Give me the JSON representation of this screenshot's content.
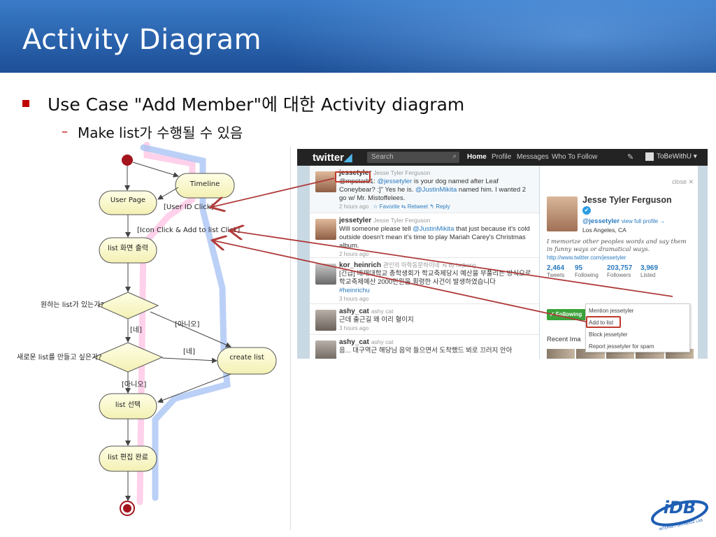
{
  "slide": {
    "title": "Activity Diagram",
    "bullet1": "Use Case \"Add Member\"에 대한 Activity diagram",
    "bullet2": "Make list가 수행될 수 있음"
  },
  "diagram": {
    "nodes": {
      "timeline": "Timeline",
      "user_page": "User Page",
      "list_screen": "list 화면 출력",
      "list_select": "list 선택",
      "list_edit_done": "list 편집 완료",
      "create_list": "create list"
    },
    "decisions": {
      "q1": "원하는 list가 있는가?",
      "q2": "새로운 list를 만들고 싶은가?"
    },
    "labels": {
      "user_id_click": "[User ID Click]",
      "icon_click": "[Icon Click & Add to list Click]",
      "yes1": "[네]",
      "no1": "[아니오]",
      "yes2": "[네]",
      "no2": "[아니오]"
    }
  },
  "twitter": {
    "logo": "twitter",
    "search_placeholder": "Search",
    "nav": [
      "Home",
      "Profile",
      "Messages",
      "Who To Follow"
    ],
    "user": "ToBeWithU ▾",
    "tweets": [
      {
        "name": "jessetyler",
        "real": "Jesse Tyler Ferguson",
        "pre": "@mpstarb1: ",
        "link1": "@jessetyler",
        "mid": " is your dog named after Leaf Coneybear? :]\" Yes he is. ",
        "link2": "@JustinMikita",
        "post": " named him. I wanted 2 go w/ Mr. Mistoffelees.",
        "time": "2 hours ago",
        "actions": "☆ Favorite  ⇆ Retweet  ↰ Reply"
      },
      {
        "name": "jessetyler",
        "real": "Jesse Tyler Ferguson",
        "pre": "Will someone please tell ",
        "link1": "@JustinMikita",
        "post": " that just because it's cold outside doesn't mean it's time to play Mariah Carey's Christmas album.",
        "time": "2 hours ago"
      },
      {
        "name": "kor_heinrich",
        "real": "관인의 마학동문하이네",
        "retweet": "⇆ by hejbong",
        "text": "[긴급] 배재대학교 총학생회가 학교축제당시 예산을 부풀리는 방식으로 학교축제예산 2000만원을 횡령한 사건이 발생하였습니다",
        "hashtag": "#heinrichu",
        "time": "3 hours ago"
      },
      {
        "name": "ashy_cat",
        "real": "ashy cat",
        "text": "근데 출근길 왜 이리 혈이지",
        "time": "3 hours ago"
      },
      {
        "name": "ashy_cat",
        "real": "ashy cat",
        "text": "음... 대구역근 해당님 음악 들으면서 도착했드 뵈로 끄러지 안아"
      }
    ],
    "profile": {
      "close": "close ✕",
      "name": "Jesse Tyler Ferguson",
      "handle": "@jessetyler",
      "full_profile": "view full profile →",
      "location": "Los Angeles, CA",
      "bio": "I memorize other peoples words and say them in funny ways or dramatical ways.",
      "url": "http://www.twitter.com/jessetyler",
      "stats": [
        {
          "value": "2,464",
          "label": "Tweets"
        },
        {
          "value": "95",
          "label": "Following"
        },
        {
          "value": "203,757",
          "label": "Followers"
        },
        {
          "value": "3,969",
          "label": "Listed"
        }
      ],
      "following_btn": "✔ Following",
      "recent": "Recent Ima"
    },
    "menu": [
      "Mention jessetyler",
      "Add to list",
      "Block jessetyler",
      "Report jessetyler for spam"
    ]
  },
  "logo": {
    "text": "iDB",
    "sub": "INTERNET DATABASE LAB"
  }
}
